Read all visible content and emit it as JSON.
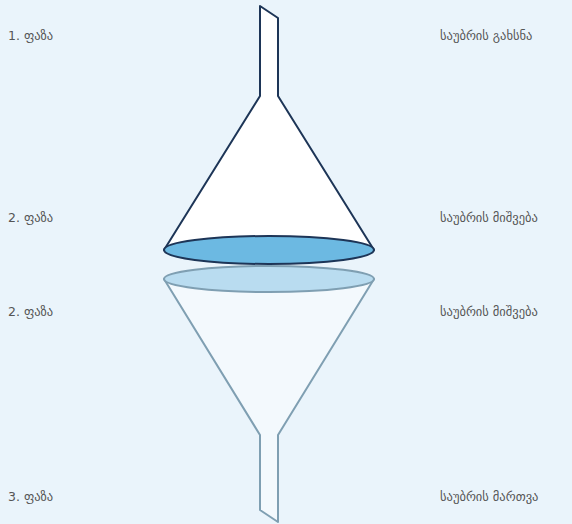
{
  "diagram": {
    "labels": [
      "1. ფაზა",
      "საუბრის გახსნა",
      "2. ფაზა",
      "საუბრის მიშვება",
      "2. ფაზა",
      "საუბრის მიშვება",
      "3. ფაზა",
      "საუბრის მართვა"
    ]
  }
}
